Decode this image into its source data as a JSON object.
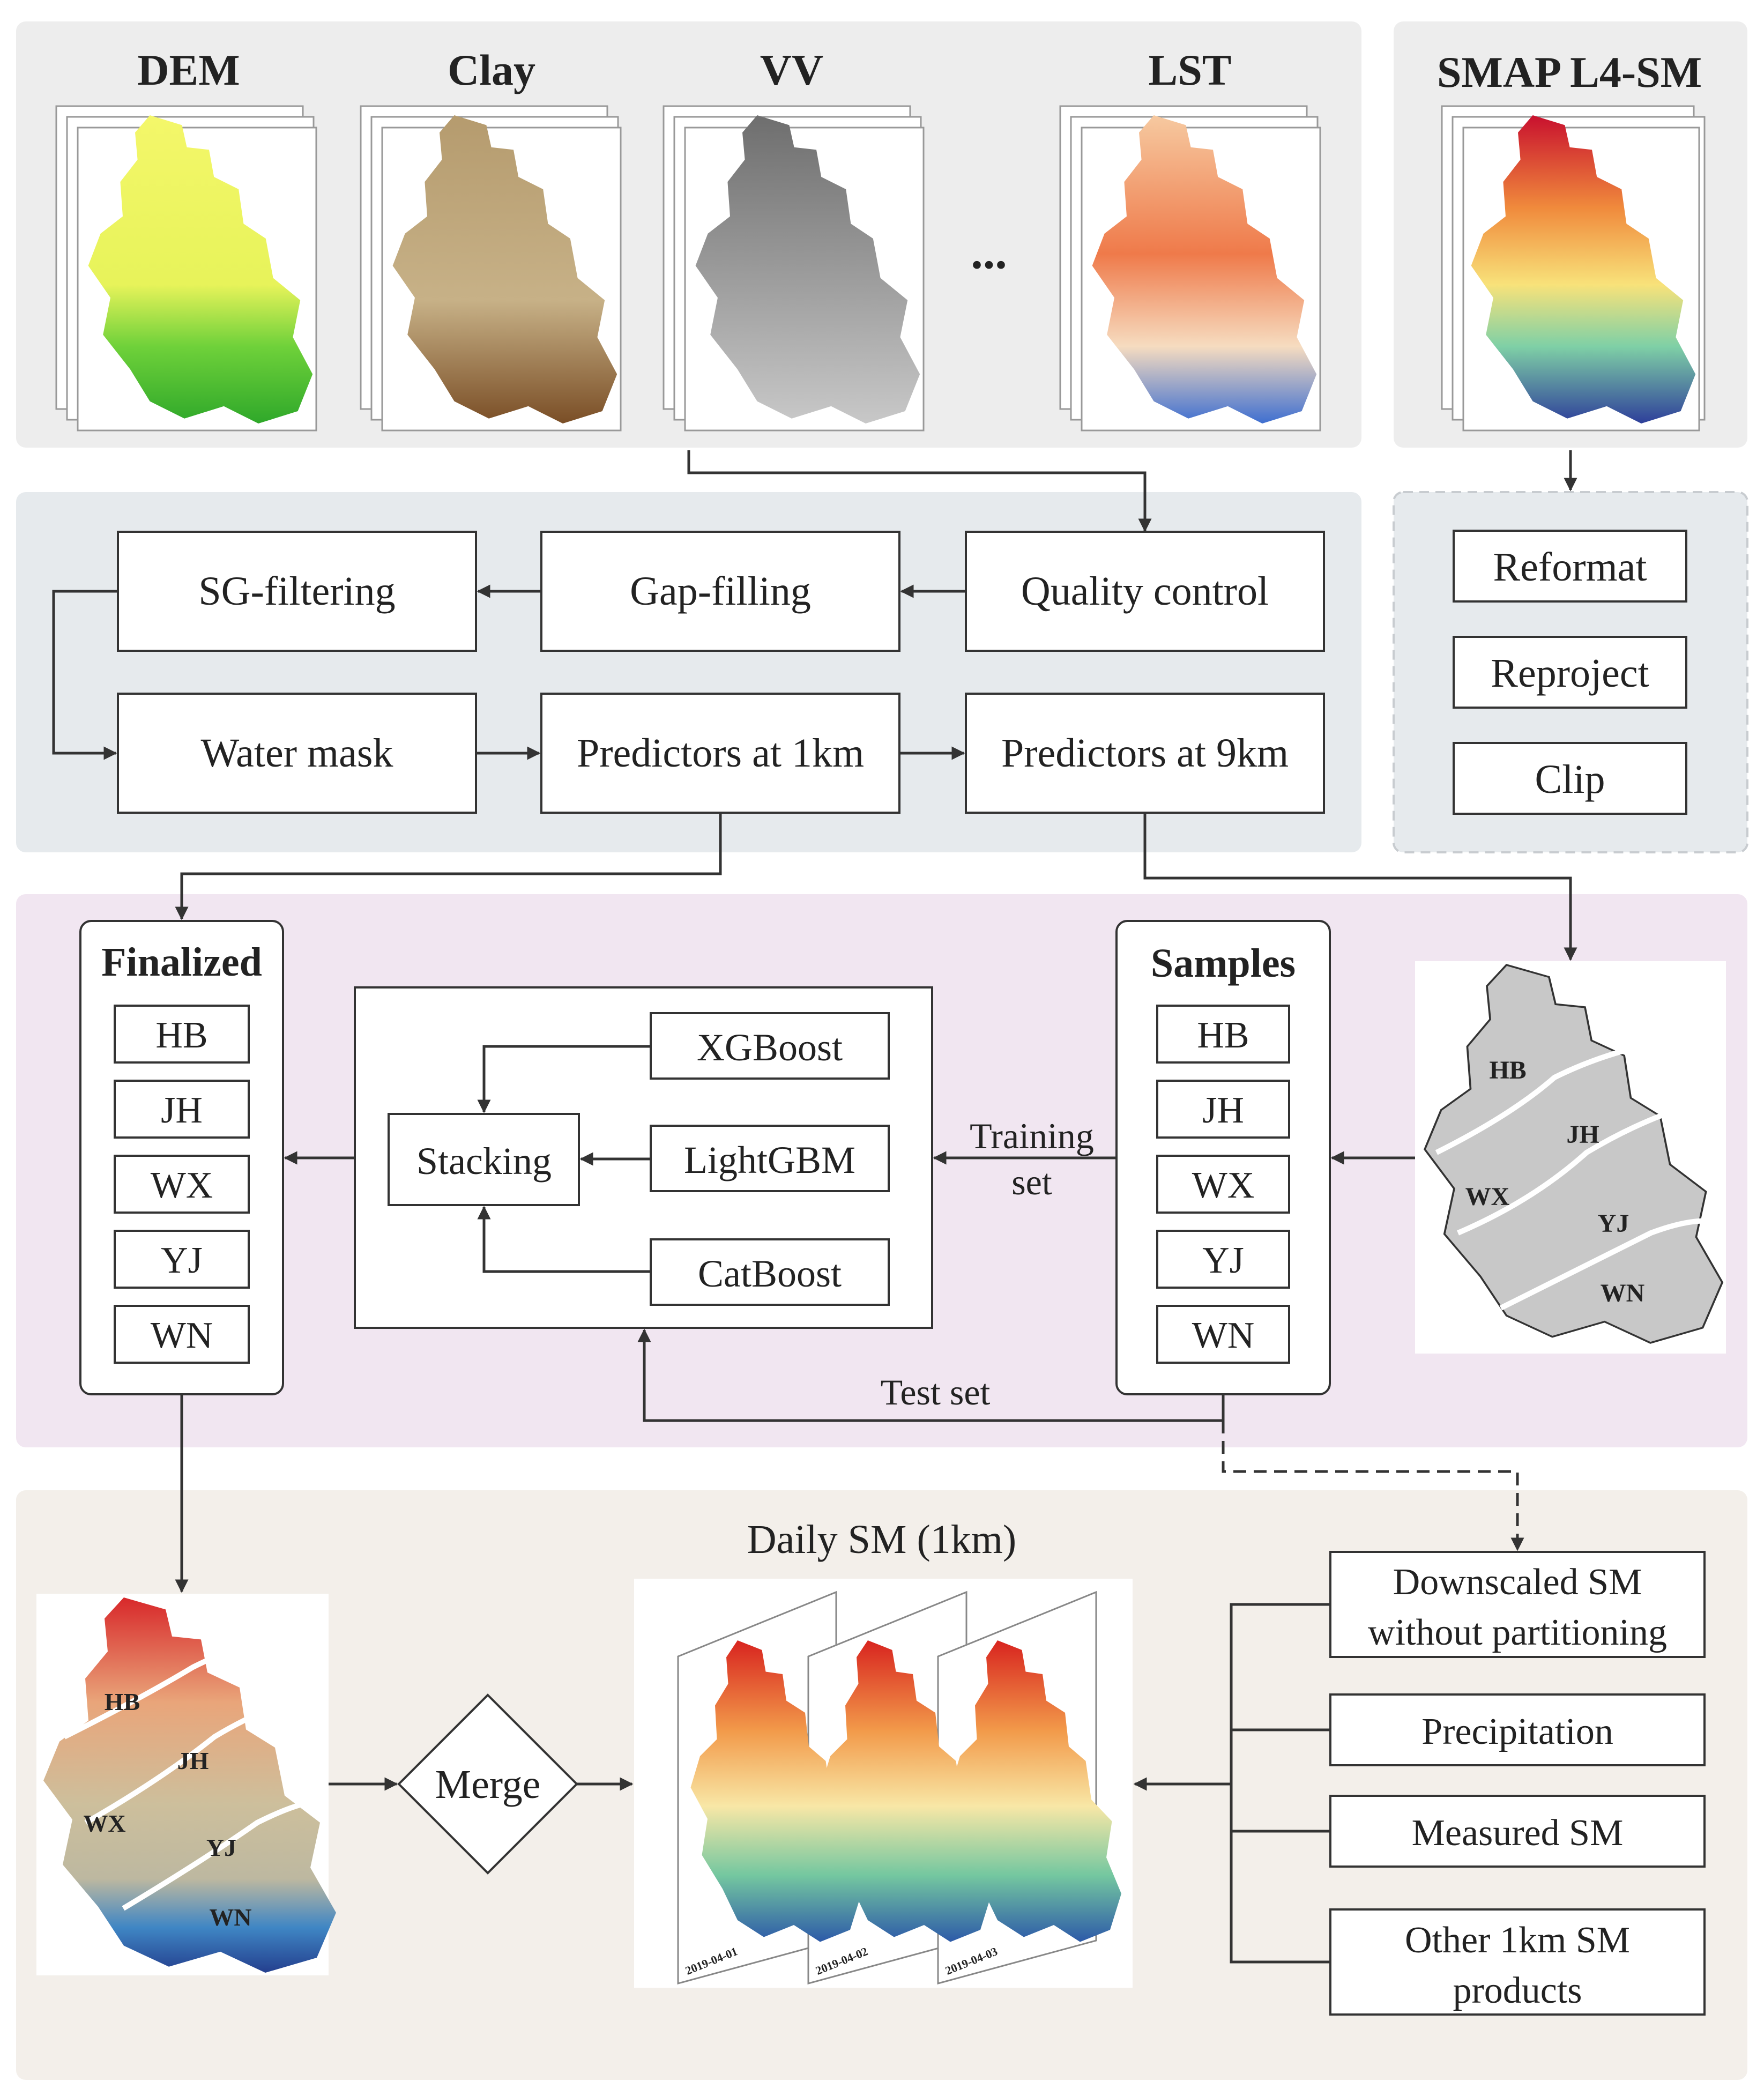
{
  "inputs": {
    "dem": "DEM",
    "clay": "Clay",
    "vv": "VV",
    "ellipsis": "...",
    "lst": "LST",
    "smap": "SMAP L4-SM"
  },
  "processing": {
    "sg_filtering": "SG-filtering",
    "gap_filling": "Gap-filling",
    "quality_control": "Quality control",
    "water_mask": "Water mask",
    "predictors_1km": "Predictors at 1km",
    "predictors_9km": "Predictors at 9km"
  },
  "smap_steps": {
    "reformat": "Reformat",
    "reproject": "Reproject",
    "clip": "Clip"
  },
  "model": {
    "finalized_title": "Finalized",
    "samples_title": "Samples",
    "regions": [
      "HB",
      "JH",
      "WX",
      "YJ",
      "WN"
    ],
    "stacking": "Stacking",
    "xgboost": "XGBoost",
    "lightgbm": "LightGBM",
    "catboost": "CatBoost",
    "training_line1": "Training",
    "training_line2": "set",
    "test_set": "Test set"
  },
  "output": {
    "daily_title": "Daily SM (1km)",
    "merge": "Merge",
    "dates": [
      "2019-04-01",
      "2019-04-02",
      "2019-04-03"
    ],
    "validation": {
      "downscaled_line1": "Downscaled SM",
      "downscaled_line2": "without partitioning",
      "precipitation": "Precipitation",
      "measured": "Measured SM",
      "other_line1": "Other 1km SM",
      "other_line2": "products"
    }
  },
  "colors": {
    "panel_gray": "#ededed",
    "panel_blue": "#e6eaed",
    "panel_purple": "#f1e6f1",
    "panel_beige": "#f3efea",
    "arrow": "#333333"
  }
}
